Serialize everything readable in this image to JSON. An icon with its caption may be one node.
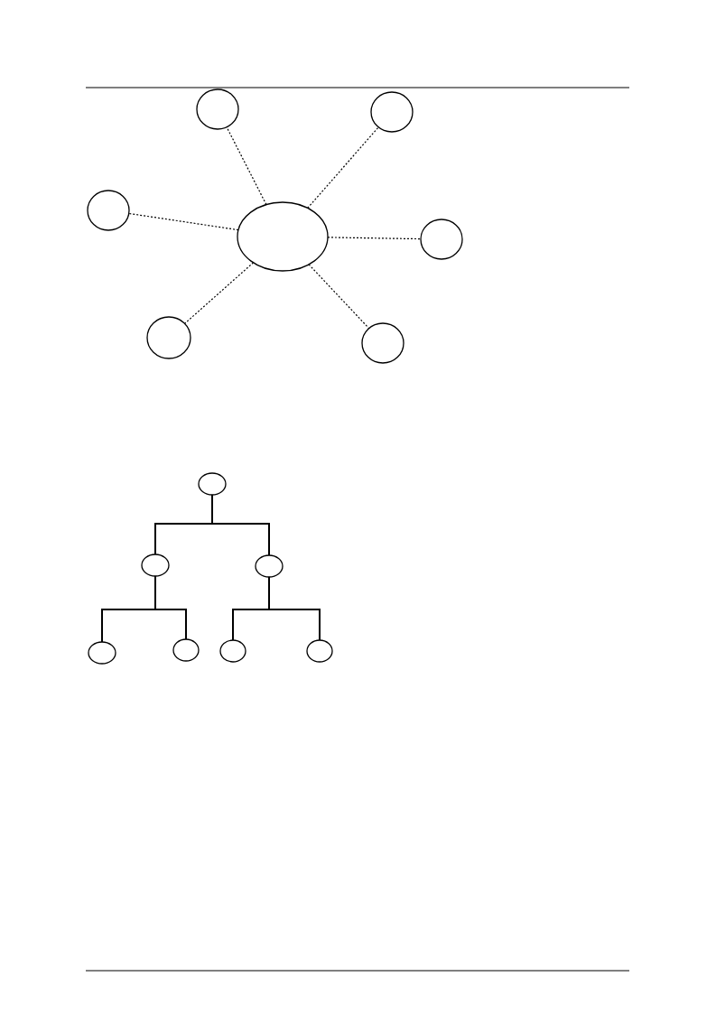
{
  "diagram": {
    "nodes": [
      {
        "text": [],
        "shape": "circle"
      },
      {
        "text": [],
        "shape": "circle"
      },
      {
        "text": [],
        "shape": "circle"
      },
      {
        "text": [],
        "shape": "circle"
      },
      {
        "text": [],
        "shape": "circle"
      },
      {
        "text": [],
        "shape": "circle"
      },
      {
        "text": [],
        "shape": "circle"
      },
      {
        "text": [],
        "shape": "circle"
      },
      {
        "text": [],
        "shape": "circle"
      },
      {
        "text": [],
        "shape": "circle"
      },
      {
        "text": [],
        "shape": "circle"
      },
      {
        "text": [],
        "shape": "circle"
      },
      {
        "text": [],
        "shape": "circle"
      },
      {
        "text": [],
        "shape": "circle"
      }
    ],
    "edges": [
      {
        "from": 3,
        "to": 0,
        "arrow": "none",
        "style": "dashed"
      },
      {
        "from": 3,
        "to": 1,
        "arrow": "none",
        "style": "dashed"
      },
      {
        "from": 3,
        "to": 2,
        "arrow": "none",
        "style": "dashed"
      },
      {
        "from": 3,
        "to": 4,
        "arrow": "none",
        "style": "dashed"
      },
      {
        "from": 3,
        "to": 5,
        "arrow": "none",
        "style": "dashed"
      },
      {
        "from": 3,
        "to": 6,
        "arrow": "none",
        "style": "dashed"
      },
      {
        "from": 7,
        "to": 8,
        "arrow": "none"
      },
      {
        "from": 7,
        "to": 9,
        "arrow": "none"
      },
      {
        "from": 8,
        "to": 10,
        "arrow": "none"
      },
      {
        "from": 8,
        "to": 11,
        "arrow": "none"
      },
      {
        "from": 9,
        "to": 12,
        "arrow": "none"
      },
      {
        "from": 9,
        "to": 13,
        "arrow": "none"
      }
    ]
  }
}
